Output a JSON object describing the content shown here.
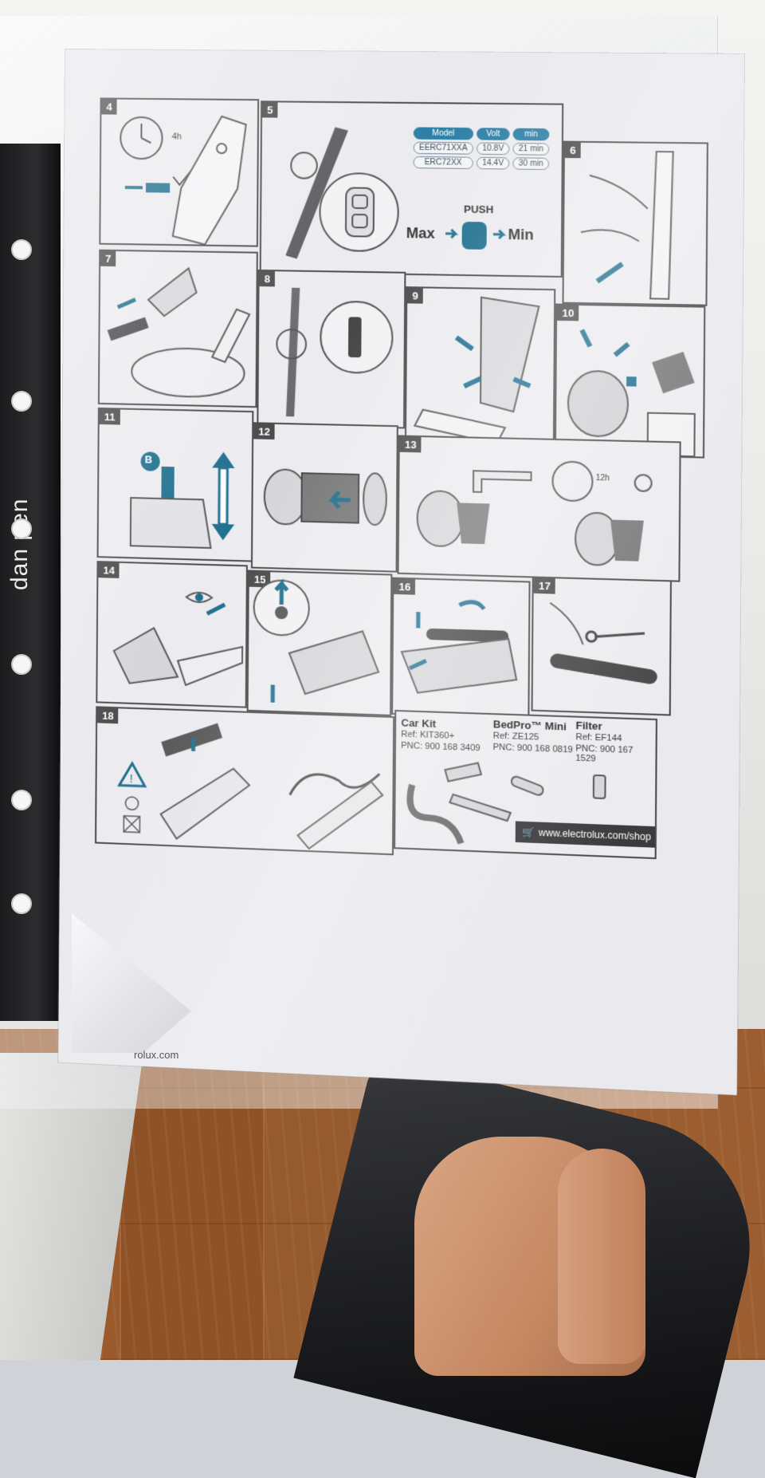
{
  "binder": {
    "label": "dan pen"
  },
  "manual": {
    "steps": [
      {
        "n": "4",
        "text": "4h"
      },
      {
        "n": "5"
      },
      {
        "n": "6"
      },
      {
        "n": "7"
      },
      {
        "n": "8"
      },
      {
        "n": "9"
      },
      {
        "n": "10"
      },
      {
        "n": "11",
        "badge": "B"
      },
      {
        "n": "12"
      },
      {
        "n": "13",
        "text": "12h"
      },
      {
        "n": "14"
      },
      {
        "n": "15"
      },
      {
        "n": "16"
      },
      {
        "n": "17"
      },
      {
        "n": "18"
      }
    ],
    "spec_table": {
      "headers": [
        "Model",
        "Volt",
        "min"
      ],
      "rows": [
        [
          "EERC71XXA",
          "10.8V",
          "21 min"
        ],
        [
          "ERC72XX",
          "14.4V",
          "30 min"
        ]
      ]
    },
    "power": {
      "push": "PUSH",
      "max": "Max",
      "min": "Min"
    },
    "accessories": [
      {
        "name": "Car Kit",
        "ref": "Ref: KIT360+",
        "pnc": "PNC: 900 168 3409"
      },
      {
        "name": "BedPro™ Mini",
        "ref": "Ref: ZE125",
        "pnc": "PNC: 900 168 0819"
      },
      {
        "name": "Filter",
        "ref": "Ref: EF144",
        "pnc": "PNC: 900 167 1529"
      }
    ],
    "shop_url": "www.electrolux.com/shop",
    "footer_url": "rolux.com"
  },
  "colors": {
    "accent": "#1e6f8e",
    "panel_border": "#4a4a4a",
    "sheet": "#e9e9ee"
  }
}
